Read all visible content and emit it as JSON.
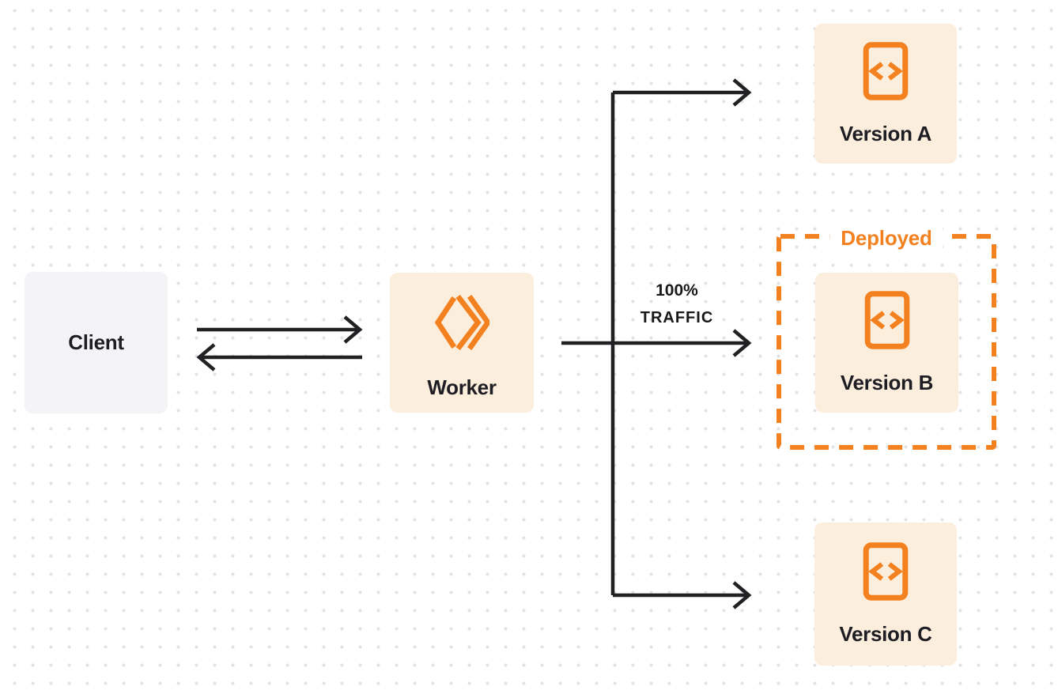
{
  "diagram": {
    "nodes": {
      "client": {
        "label": "Client"
      },
      "worker": {
        "label": "Worker",
        "icon": "workers-logo-icon"
      },
      "version_a": {
        "label": "Version A",
        "icon": "code-file-icon"
      },
      "version_b": {
        "label": "Version B",
        "icon": "code-file-icon"
      },
      "version_c": {
        "label": "Version C",
        "icon": "code-file-icon"
      }
    },
    "annotations": {
      "deployed": "Deployed",
      "traffic_percent": "100%",
      "traffic_word": "TRAFFIC"
    },
    "edges": [
      {
        "name": "client-to-worker",
        "direction": "right"
      },
      {
        "name": "worker-to-client",
        "direction": "left"
      },
      {
        "name": "worker-to-version-a",
        "direction": "right"
      },
      {
        "name": "worker-to-version-b",
        "direction": "right",
        "label": "100% TRAFFIC"
      },
      {
        "name": "worker-to-version-c",
        "direction": "right"
      }
    ],
    "colors": {
      "accent_orange": "#f48120",
      "node_cream_bg": "#fceedd",
      "client_gray_bg": "#f4f4f6",
      "arrow_dark": "#212124",
      "text_dark": "#1d1d23",
      "dot_grid": "#e2e2e5",
      "background": "#ffffff"
    }
  }
}
